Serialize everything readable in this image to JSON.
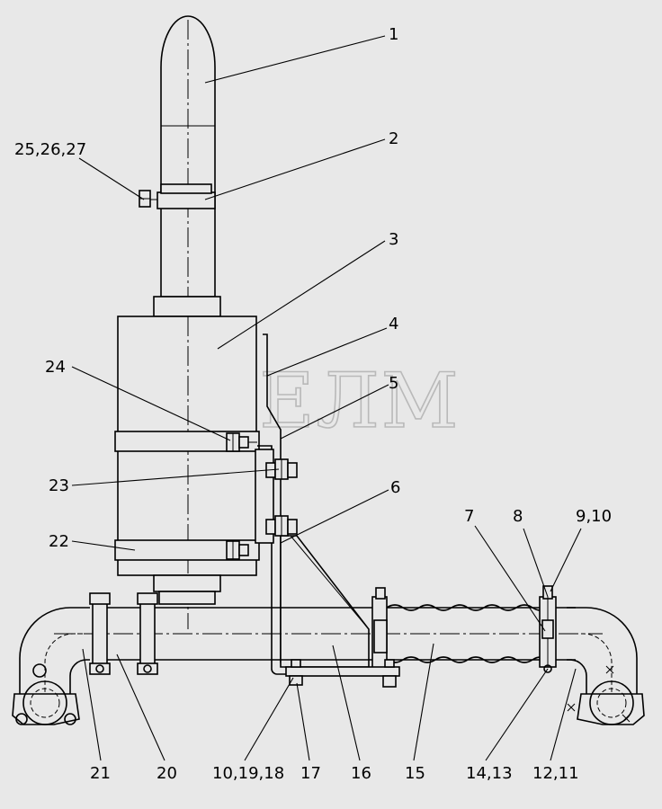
{
  "watermark": "СЕЛМ",
  "callouts": {
    "c1": "1",
    "c2": "2",
    "c3": "3",
    "c4": "4",
    "c5": "5",
    "c6": "6",
    "c7": "7",
    "c8": "8",
    "c9_10": "9,10",
    "c25_26_27": "25,26,27",
    "c24": "24",
    "c23": "23",
    "c22": "22",
    "c21": "21",
    "c20": "20",
    "c10_19_18": "10,19,18",
    "c17": "17",
    "c16": "16",
    "c15": "15",
    "c14_13": "14,13",
    "c12_11": "12,11"
  }
}
